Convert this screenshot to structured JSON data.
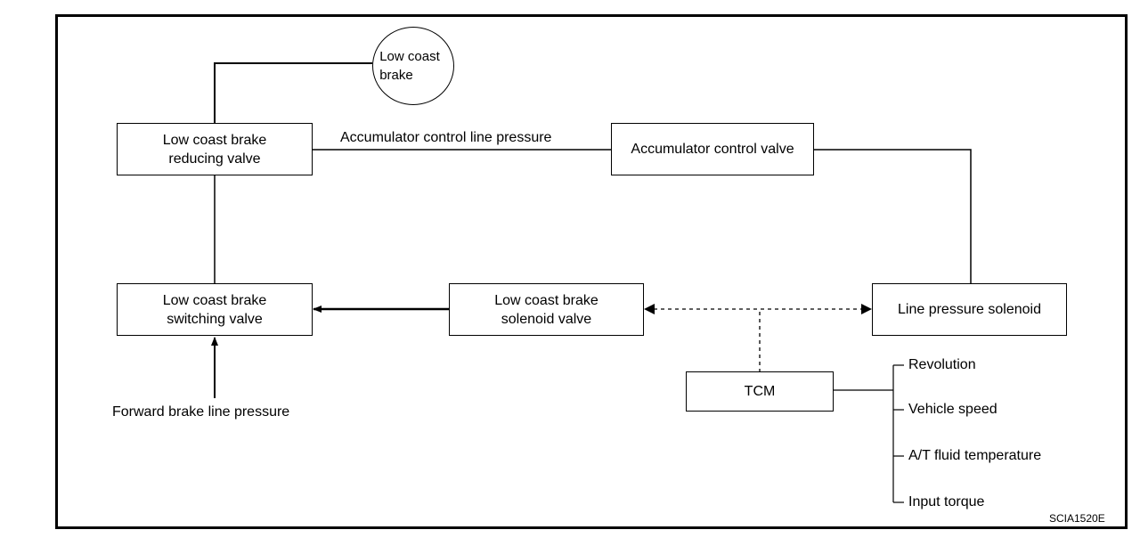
{
  "diagram": {
    "nodes": {
      "low_coast_brake": "Low coast\nbrake",
      "reducing_valve": "Low coast brake\nreducing valve",
      "accumulator_control_valve": "Accumulator control valve",
      "switching_valve": "Low coast brake\nswitching valve",
      "solenoid_valve": "Low coast brake\nsolenoid valve",
      "line_pressure_solenoid": "Line pressure solenoid",
      "tcm": "TCM"
    },
    "line_labels": {
      "accumulator_control_line_pressure": "Accumulator control line pressure",
      "forward_brake_line_pressure": "Forward brake line pressure"
    },
    "tcm_inputs": [
      "Revolution",
      "Vehicle speed",
      "A/T fluid temperature",
      "Input torque"
    ],
    "figure_code": "SCIA1520E"
  }
}
